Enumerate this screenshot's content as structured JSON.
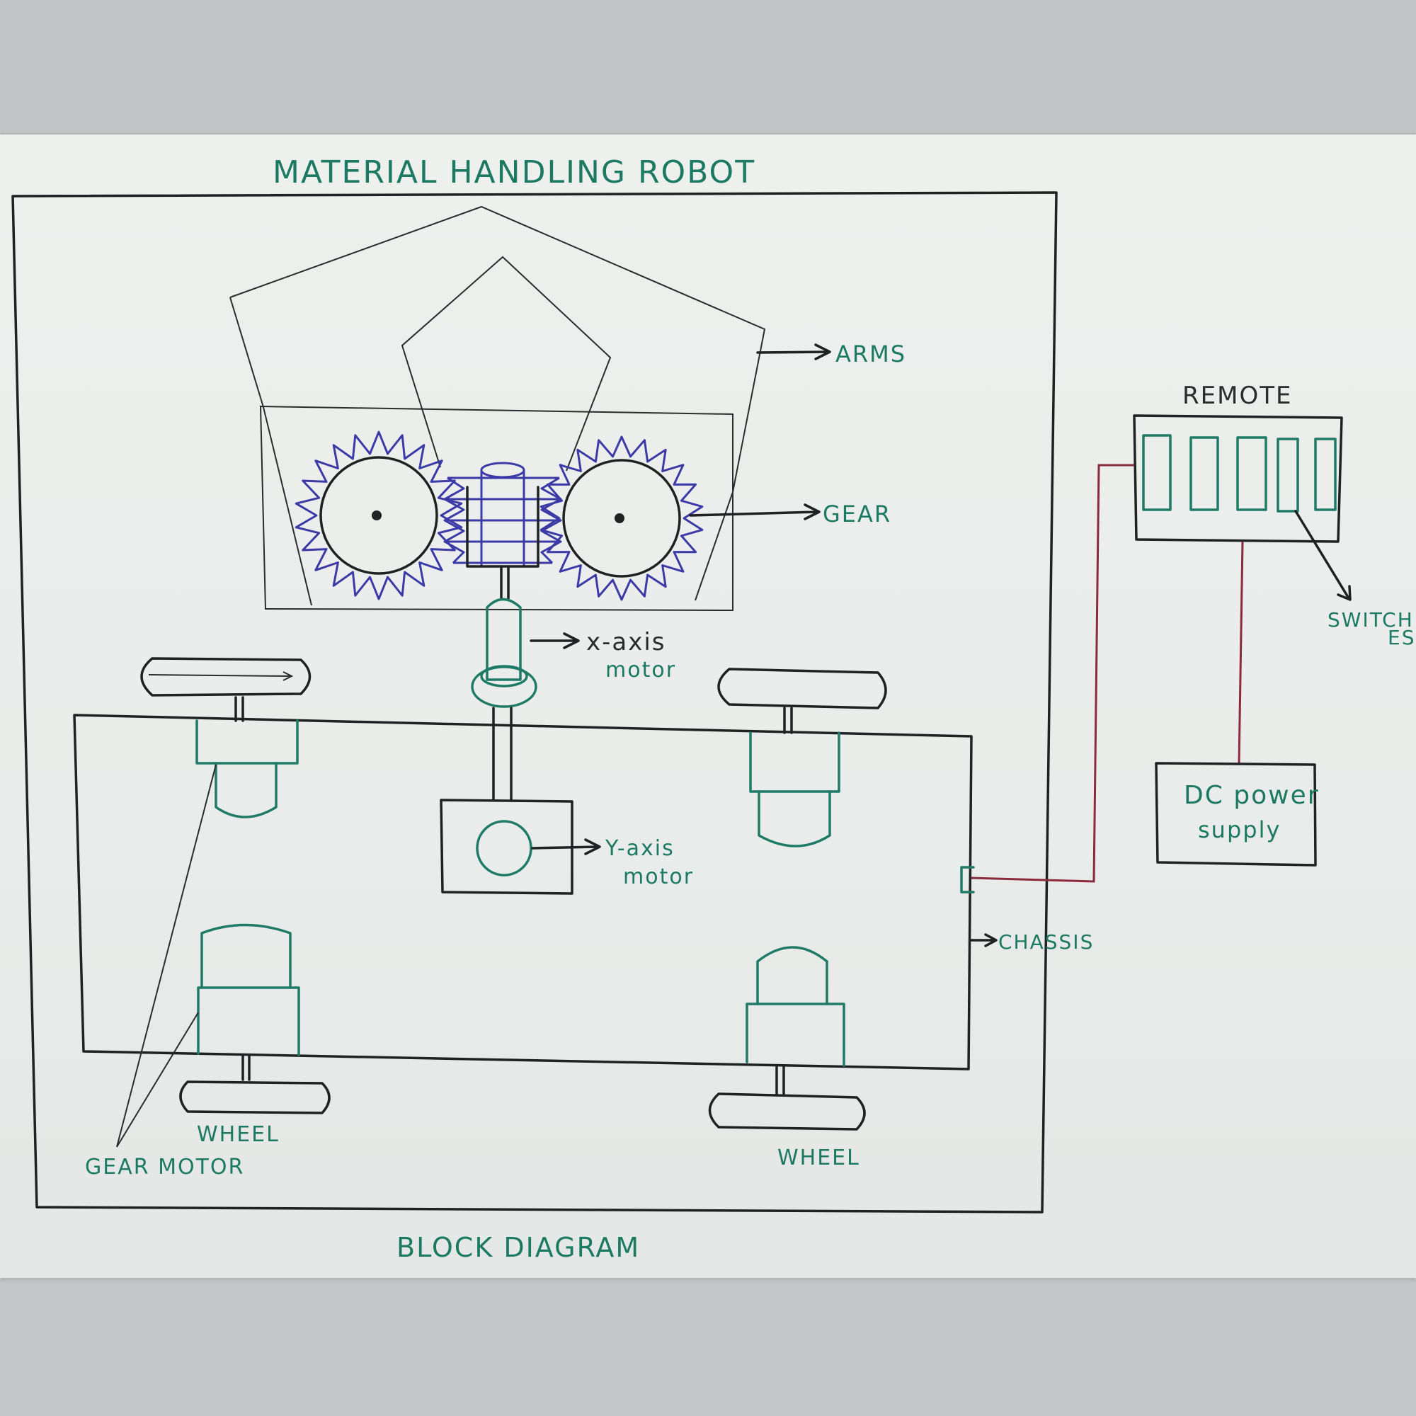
{
  "diagram": {
    "title": "MATERIAL HANDLING ROBOT",
    "caption": "BLOCK DIAGRAM",
    "labels": {
      "arms": "ARMS",
      "gear": "GEAR",
      "x_axis_motor_line1": "x-axis",
      "x_axis_motor_line2": "motor",
      "y_axis_motor_line1": "Y-axis",
      "y_axis_motor_line2": "motor",
      "chassis": "CHASSIS",
      "remote": "REMOTE",
      "switches_line1": "SWITCH",
      "switches_line2": "ES",
      "dc_power_line1": "DC power",
      "dc_power_line2": "supply",
      "wheel_left": "WHEEL",
      "wheel_right": "WHEEL",
      "gear_motor": "GEAR MOTOR"
    },
    "colors": {
      "ink": "#1f2122",
      "label_green": "#1c7a62",
      "gear_blue": "#3c3aa6",
      "wire_red": "#8a2a3c",
      "paper": "#eceeec"
    }
  }
}
